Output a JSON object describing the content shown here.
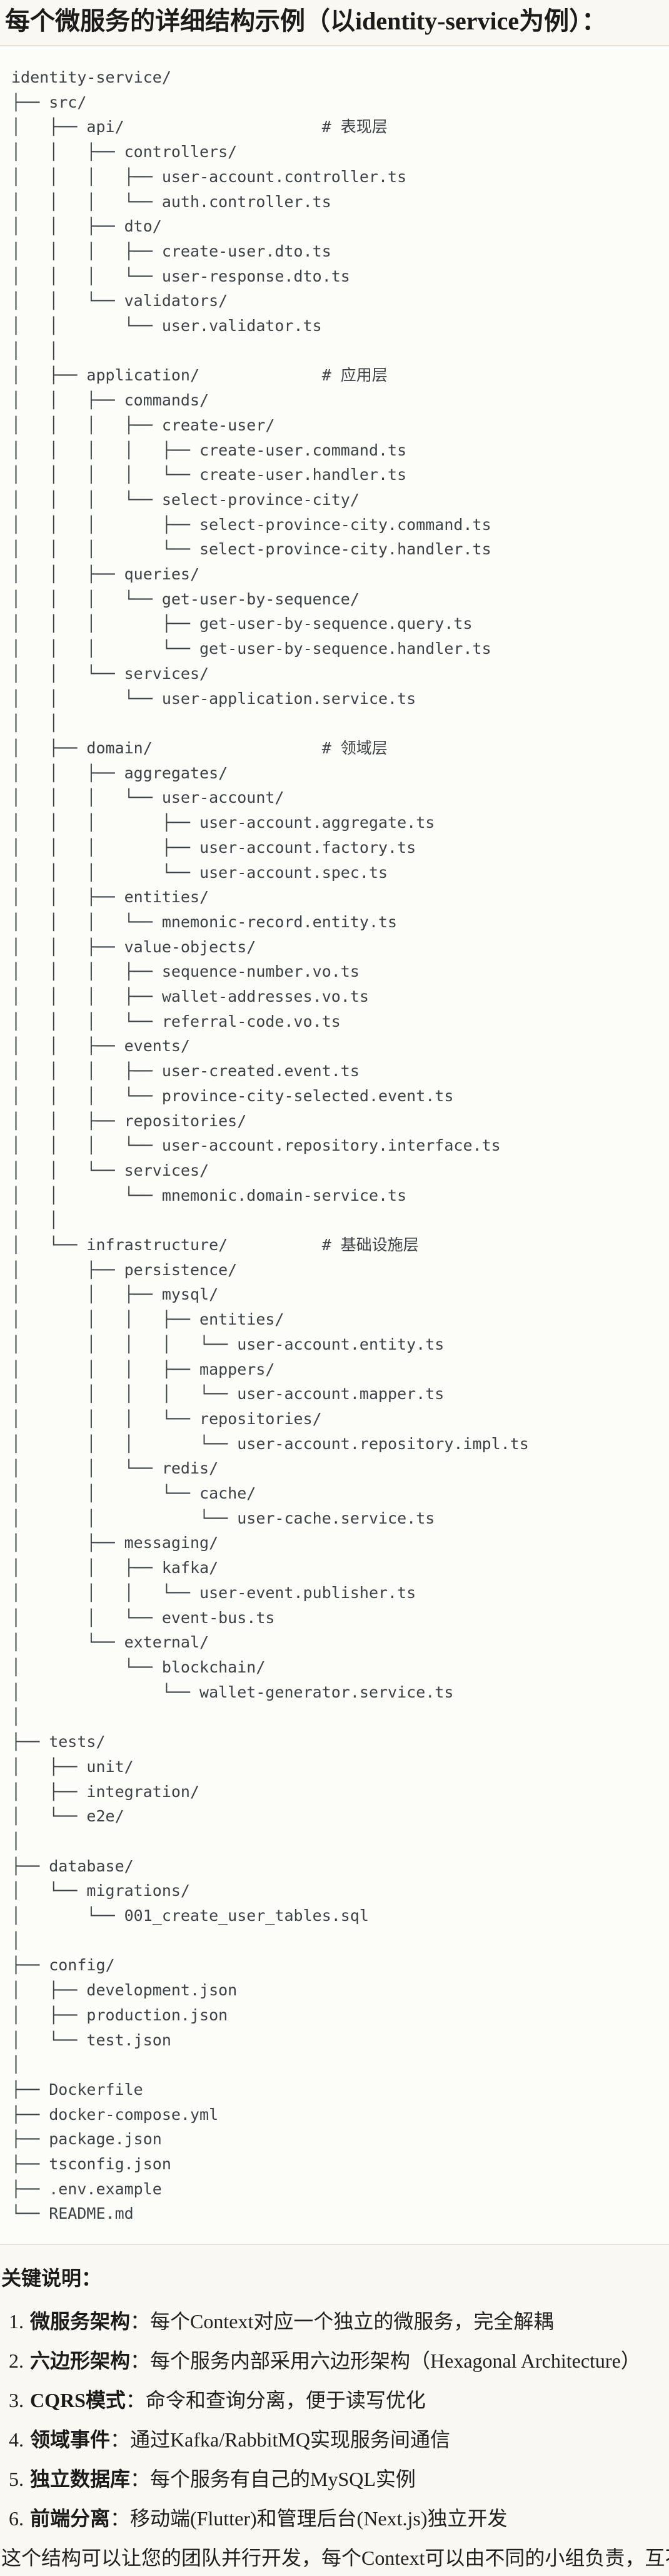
{
  "page": {
    "title": "每个微服务的详细结构示例（以identity-service为例）："
  },
  "code_block": {
    "content_kind": "directory-tree",
    "root": "identity-service/",
    "layer_comments": [
      "# 表现层",
      "# 应用层",
      "# 领域层",
      "# 基础设施层"
    ],
    "lines": [
      "identity-service/",
      "├── src/",
      "│   ├── api/                     # 表现层",
      "│   │   ├── controllers/",
      "│   │   │   ├── user-account.controller.ts",
      "│   │   │   └── auth.controller.ts",
      "│   │   ├── dto/",
      "│   │   │   ├── create-user.dto.ts",
      "│   │   │   └── user-response.dto.ts",
      "│   │   └── validators/",
      "│   │       └── user.validator.ts",
      "│   │",
      "│   ├── application/             # 应用层",
      "│   │   ├── commands/",
      "│   │   │   ├── create-user/",
      "│   │   │   │   ├── create-user.command.ts",
      "│   │   │   │   └── create-user.handler.ts",
      "│   │   │   └── select-province-city/",
      "│   │   │       ├── select-province-city.command.ts",
      "│   │   │       └── select-province-city.handler.ts",
      "│   │   ├── queries/",
      "│   │   │   └── get-user-by-sequence/",
      "│   │   │       ├── get-user-by-sequence.query.ts",
      "│   │   │       └── get-user-by-sequence.handler.ts",
      "│   │   └── services/",
      "│   │       └── user-application.service.ts",
      "│   │",
      "│   ├── domain/                  # 领域层",
      "│   │   ├── aggregates/",
      "│   │   │   └── user-account/",
      "│   │   │       ├── user-account.aggregate.ts",
      "│   │   │       ├── user-account.factory.ts",
      "│   │   │       └── user-account.spec.ts",
      "│   │   ├── entities/",
      "│   │   │   └── mnemonic-record.entity.ts",
      "│   │   ├── value-objects/",
      "│   │   │   ├── sequence-number.vo.ts",
      "│   │   │   ├── wallet-addresses.vo.ts",
      "│   │   │   └── referral-code.vo.ts",
      "│   │   ├── events/",
      "│   │   │   ├── user-created.event.ts",
      "│   │   │   └── province-city-selected.event.ts",
      "│   │   ├── repositories/",
      "│   │   │   └── user-account.repository.interface.ts",
      "│   │   └── services/",
      "│   │       └── mnemonic.domain-service.ts",
      "│   │",
      "│   └── infrastructure/          # 基础设施层",
      "│       ├── persistence/",
      "│       │   ├── mysql/",
      "│       │   │   ├── entities/",
      "│       │   │   │   └── user-account.entity.ts",
      "│       │   │   ├── mappers/",
      "│       │   │   │   └── user-account.mapper.ts",
      "│       │   │   └── repositories/",
      "│       │   │       └── user-account.repository.impl.ts",
      "│       │   └── redis/",
      "│       │       └── cache/",
      "│       │           └── user-cache.service.ts",
      "│       ├── messaging/",
      "│       │   ├── kafka/",
      "│       │   │   └── user-event.publisher.ts",
      "│       │   └── event-bus.ts",
      "│       └── external/",
      "│           └── blockchain/",
      "│               └── wallet-generator.service.ts",
      "│",
      "├── tests/",
      "│   ├── unit/",
      "│   ├── integration/",
      "│   └── e2e/",
      "│",
      "├── database/",
      "│   └── migrations/",
      "│       └── 001_create_user_tables.sql",
      "│",
      "├── config/",
      "│   ├── development.json",
      "│   ├── production.json",
      "│   └── test.json",
      "│",
      "├── Dockerfile",
      "├── docker-compose.yml",
      "├── package.json",
      "├── tsconfig.json",
      "├── .env.example",
      "└── README.md"
    ]
  },
  "key_notes": {
    "heading": "关键说明：",
    "items": [
      {
        "num": "1.",
        "term": "微服务架构",
        "text": "：每个Context对应一个独立的微服务，完全解耦"
      },
      {
        "num": "2.",
        "term": "六边形架构",
        "text": "：每个服务内部采用六边形架构（Hexagonal Architecture）"
      },
      {
        "num": "3.",
        "term": "CQRS模式",
        "text": "：命令和查询分离，便于读写优化"
      },
      {
        "num": "4.",
        "term": "领域事件",
        "text": "：通过Kafka/RabbitMQ实现服务间通信"
      },
      {
        "num": "5.",
        "term": "独立数据库",
        "text": "：每个服务有自己的MySQL实例"
      },
      {
        "num": "6.",
        "term": "前端分离",
        "text": "：移动端(Flutter)和管理后台(Next.js)独立开发"
      }
    ],
    "closing": "这个结构可以让您的团队并行开发，每个Context可以由不同的小组负责，互不干扰。"
  },
  "colors": {
    "page_bg": "#faf8f2",
    "code_bg": "#fcfcf9",
    "code_border": "#e4e2db",
    "code_text": "#3d4247",
    "heading_text": "#1c1b19",
    "body_text": "#21201d"
  }
}
